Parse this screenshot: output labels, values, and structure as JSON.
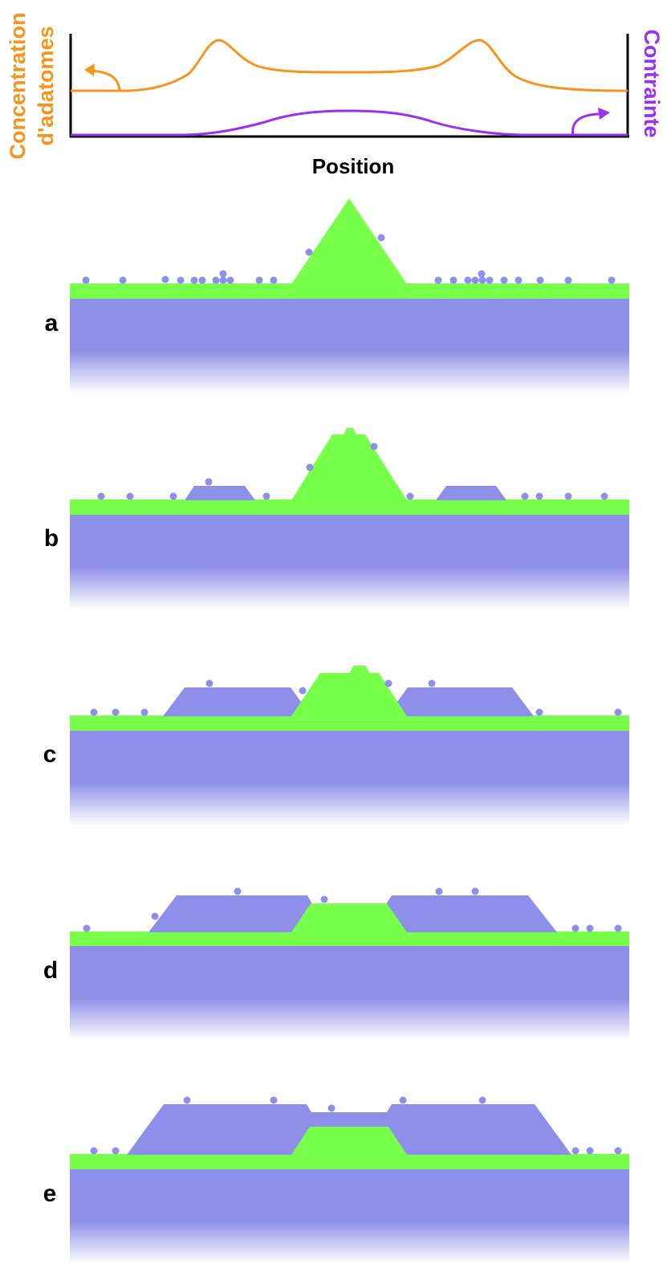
{
  "top_graph": {
    "left_axis_label": [
      "Concentration",
      "d'adatomes"
    ],
    "right_axis_label": "Contrainte",
    "x_axis_label": "Position",
    "colors": {
      "concentration": "#f7941d",
      "stress": "#9b30f0",
      "axis": "#000000"
    }
  },
  "panels": [
    {
      "label": "a"
    },
    {
      "label": "b"
    },
    {
      "label": "c"
    },
    {
      "label": "d"
    },
    {
      "label": "e"
    }
  ],
  "colors": {
    "wetting_layer": "#77ff4a",
    "substrate": "#8e8fe8",
    "adatom": "#8e8fe8"
  }
}
